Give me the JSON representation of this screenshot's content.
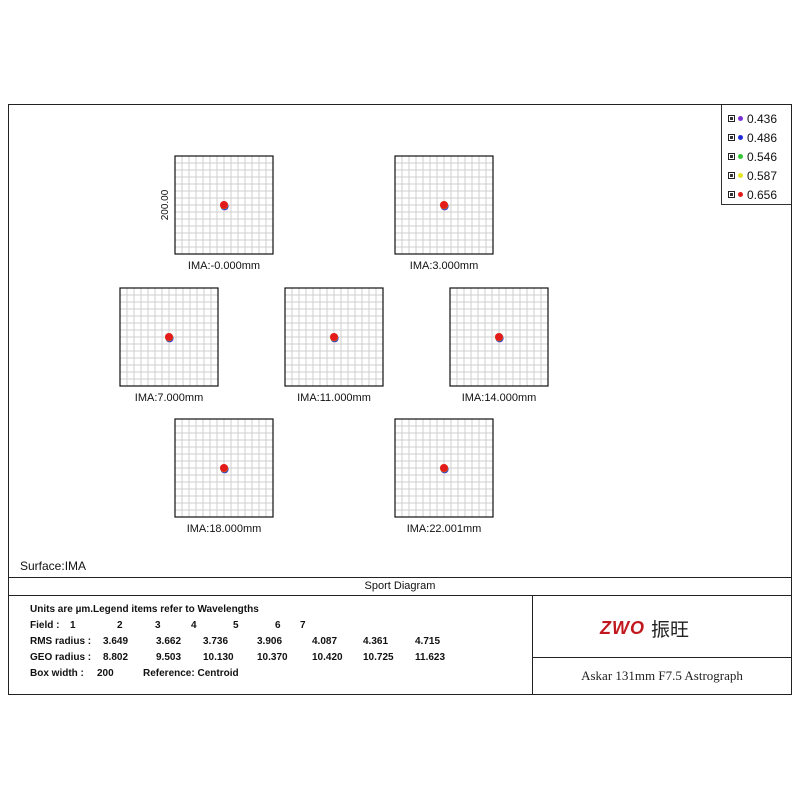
{
  "chart_data": {
    "type": "scatter",
    "title": "Sport Diagram",
    "surface_label": "Surface:IMA",
    "scale_label": "200.00",
    "box_width_um": 200,
    "legend_placement": "top-right",
    "wavelengths": [
      {
        "label": "0.436",
        "color": "#7a2fd6"
      },
      {
        "label": "0.486",
        "color": "#1f2bd8"
      },
      {
        "label": "0.546",
        "color": "#32c832"
      },
      {
        "label": "0.587",
        "color": "#e6e61e"
      },
      {
        "label": "0.656",
        "color": "#e31b1b"
      }
    ],
    "fields": [
      {
        "label": "IMA:-0.000mm"
      },
      {
        "label": "IMA:3.000mm"
      },
      {
        "label": "IMA:7.000mm"
      },
      {
        "label": "IMA:11.000mm"
      },
      {
        "label": "IMA:14.000mm"
      },
      {
        "label": "IMA:18.000mm"
      },
      {
        "label": "IMA:22.001mm"
      }
    ],
    "grid": true
  },
  "info": {
    "units_line": "Units are µm.Legend items refer to Wavelengths",
    "field_label": "Field :",
    "field_values": [
      "1",
      "2",
      "3",
      "4",
      "5",
      "6",
      "7"
    ],
    "rms_label": "RMS radius :",
    "rms_values": [
      "3.649",
      "3.662",
      "3.736",
      "3.906",
      "4.087",
      "4.361",
      "4.715"
    ],
    "geo_label": "GEO radius :",
    "geo_values": [
      "8.802",
      "9.503",
      "10.130",
      "10.370",
      "10.420",
      "10.725",
      "11.623"
    ],
    "box_label": "Box width :",
    "box_value": "200",
    "reference": "Reference: Centroid"
  },
  "branding": {
    "logo_mark": "ZWO",
    "logo_cn": "振旺",
    "subtitle": "Askar 131mm F7.5 Astrograph",
    "brand_color": "#c0181e"
  }
}
